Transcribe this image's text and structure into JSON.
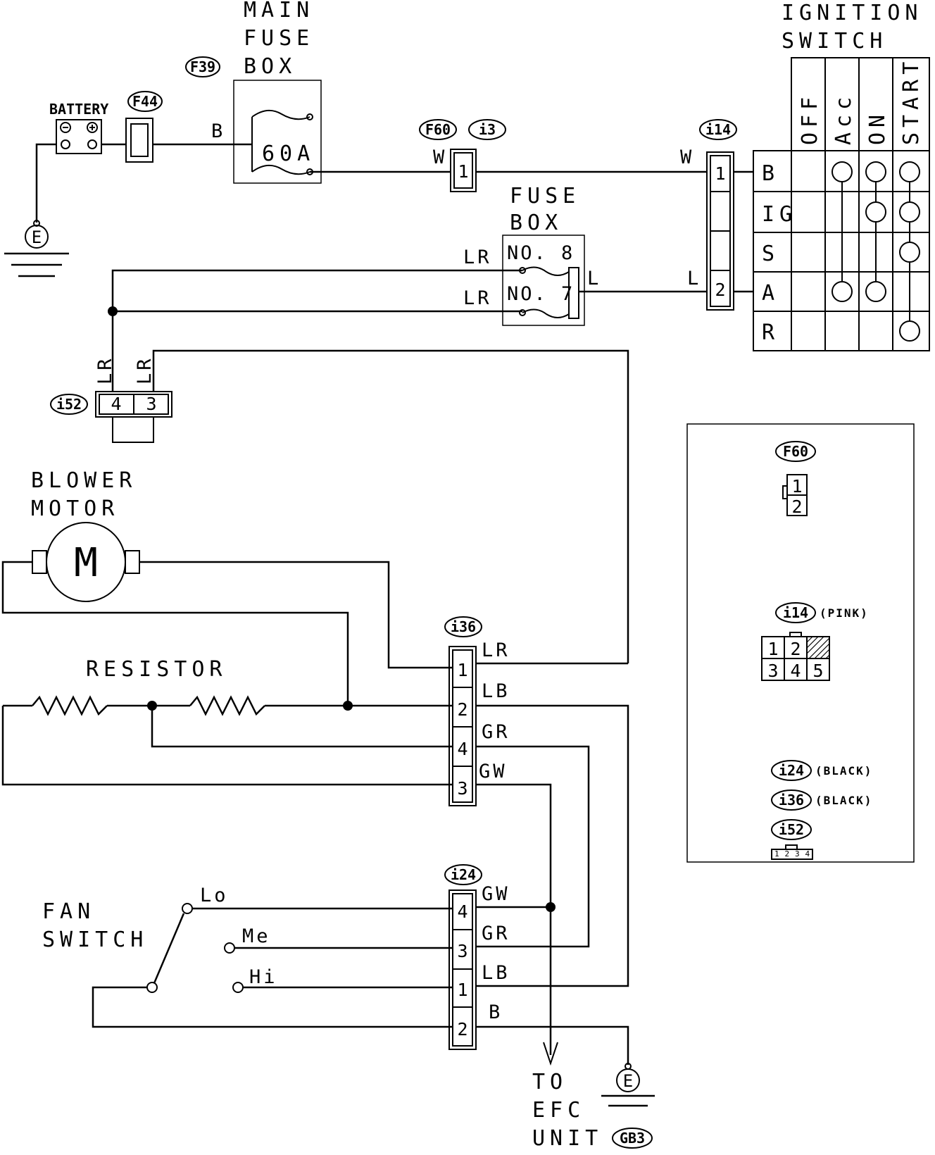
{
  "components": {
    "main_fuse_box": [
      "MAIN",
      "FUSE",
      "BOX"
    ],
    "main_fuse_rating": "60A",
    "ignition_switch": [
      "IGNITION",
      "SWITCH"
    ],
    "battery": "BATTERY",
    "fuse_box": [
      "FUSE",
      "BOX"
    ],
    "fuse_no8": "NO. 8",
    "fuse_no7": "NO. 7",
    "blower_motor": [
      "BLOWER",
      "MOTOR"
    ],
    "motor_symbol": "M",
    "resistor": "RESISTOR",
    "fan_switch": [
      "FAN",
      "SWITCH"
    ],
    "fan_positions": [
      "Lo",
      "Me",
      "Hi"
    ],
    "to_efc": [
      "TO",
      "EFC",
      "UNIT"
    ],
    "ground": "E"
  },
  "ignition_switch_table": {
    "columns": [
      "OFF",
      "Acc",
      "ON",
      "START"
    ],
    "rows": [
      "B",
      "IG",
      "S",
      "A",
      "R"
    ]
  },
  "connectors": {
    "F39": "F39",
    "F44": "F44",
    "F60": "F60",
    "i3": "i3",
    "i14": "i14",
    "i52": "i52",
    "i36": "i36",
    "i24": "i24",
    "GB3": "GB3"
  },
  "pins": {
    "i3": "1",
    "i14": [
      "1",
      "2"
    ],
    "i52": [
      "4",
      "3"
    ],
    "i36": [
      "1",
      "2",
      "4",
      "3"
    ],
    "i24": [
      "4",
      "3",
      "1",
      "2"
    ]
  },
  "wires": {
    "battery_to_mainfuse": "B",
    "mainfuse_to_i3": "W",
    "i3_to_i14": "W",
    "fuse_to_i14": "L",
    "fuse_out": "L",
    "no8_in": "LR",
    "no7_in": "LR",
    "i52_pin4": "LR",
    "i52_pin3": "LR",
    "i36": [
      "LR",
      "LB",
      "GR",
      "GW"
    ],
    "i24": [
      "GW",
      "GR",
      "LB",
      "B"
    ]
  },
  "legend": {
    "f60": {
      "tag": "F60",
      "pins": [
        "1",
        "2"
      ]
    },
    "i14": {
      "tag": "i14",
      "color": "(PINK)",
      "pins": [
        "1",
        "2",
        "3",
        "4",
        "5"
      ]
    },
    "i24": {
      "tag": "i24",
      "color": "(BLACK)"
    },
    "i36": {
      "tag": "i36",
      "color": "(BLACK)"
    },
    "i52": {
      "tag": "i52",
      "pins": [
        "1",
        "2",
        "3",
        "4"
      ]
    }
  }
}
